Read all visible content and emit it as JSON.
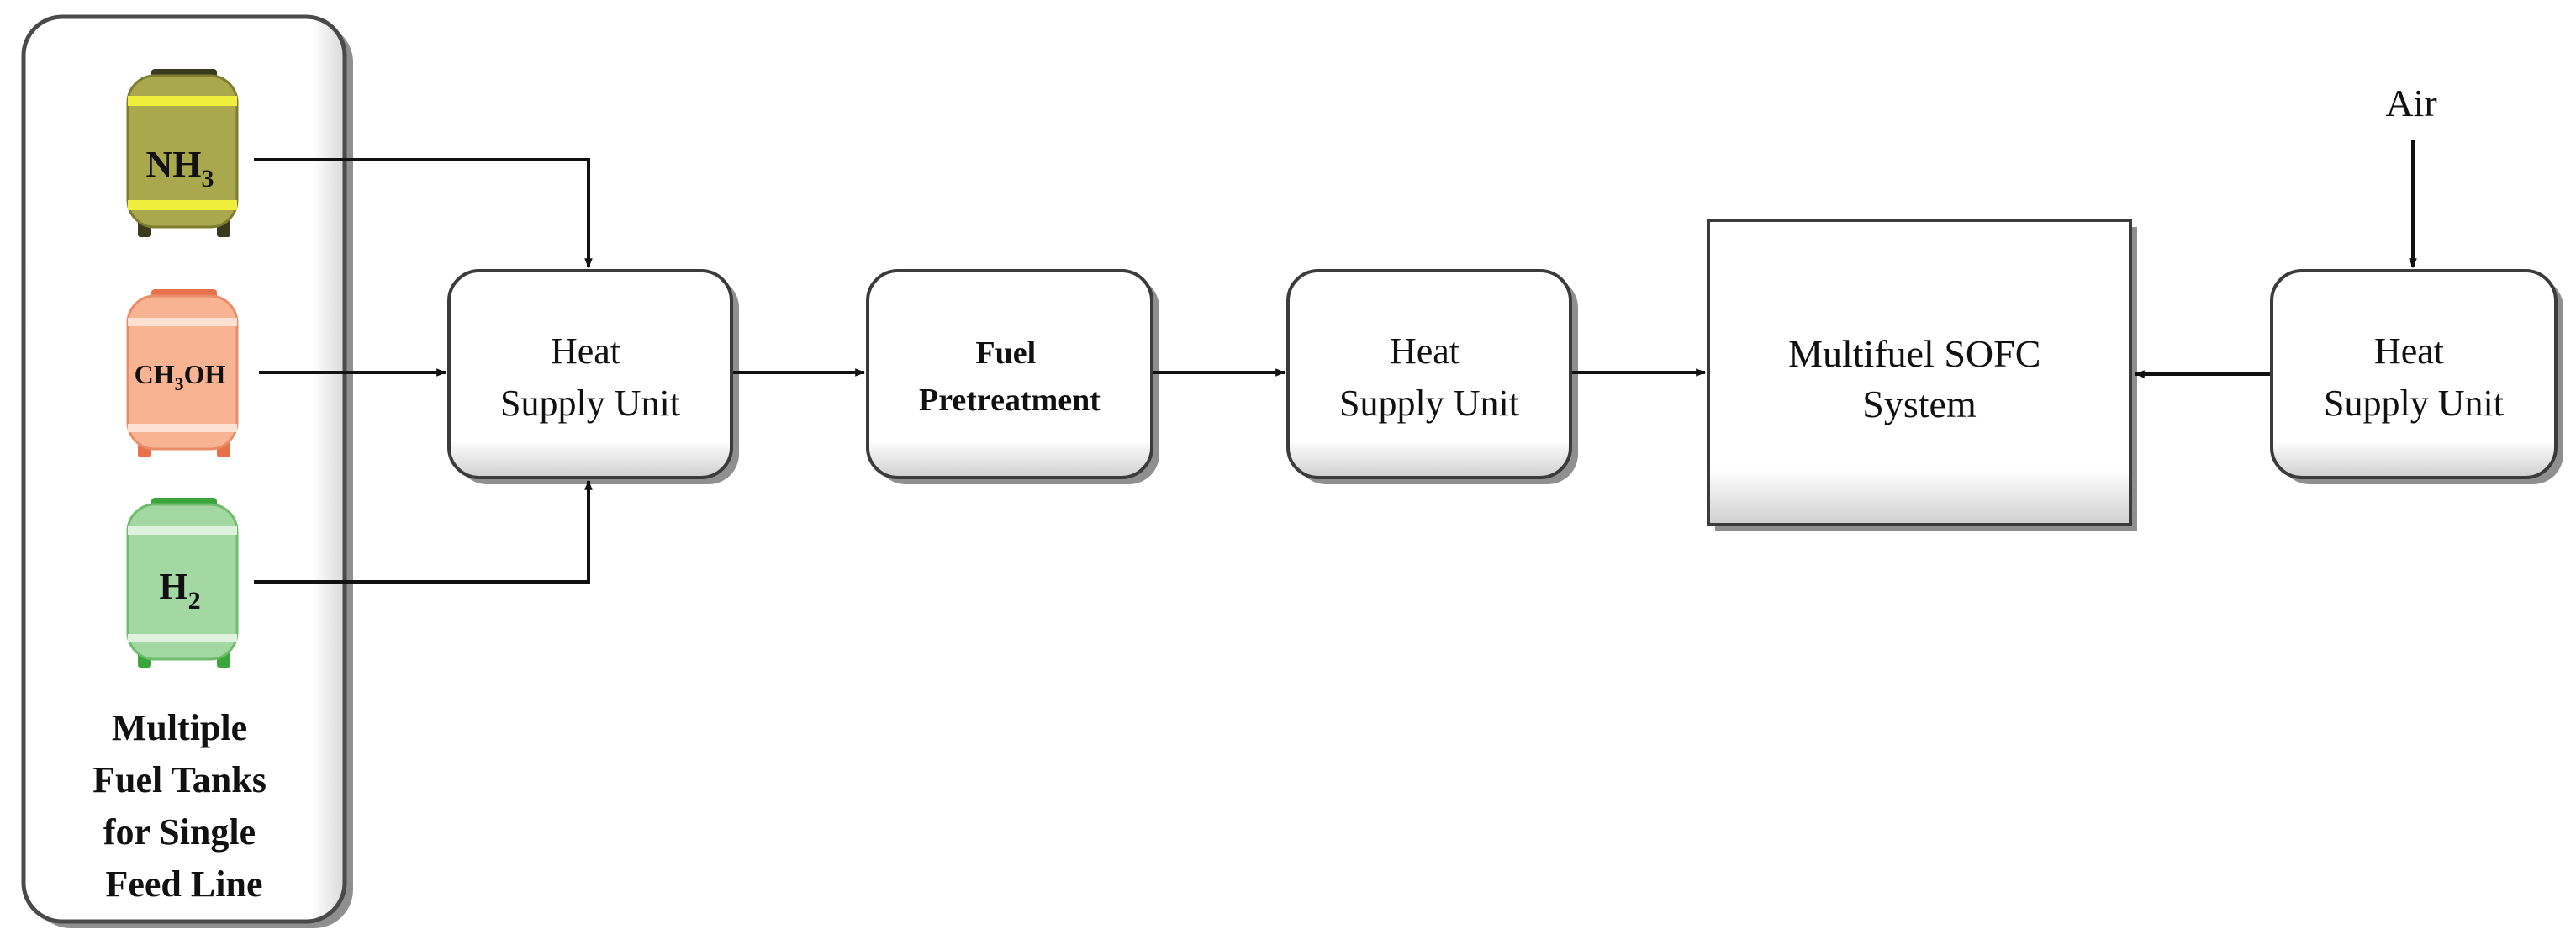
{
  "tanks": [
    {
      "formula": "NH",
      "sub": "3",
      "body": "#aaa84c",
      "body_dark": "#7d7c2f",
      "band": "#f0ee3c"
    },
    {
      "formula": "CH",
      "sub": "3",
      "suffix": "OH",
      "body": "#f8b393",
      "body_dark": "#e98d69",
      "band": "#fde2d4"
    },
    {
      "formula": "H",
      "sub": "2",
      "body": "#a4d8a2",
      "body_dark": "#6fbd6c",
      "band": "#dff2de"
    }
  ],
  "tank_group": {
    "caption_lines": [
      "Multiple",
      "Fuel Tanks",
      "for Single",
      "Feed Line"
    ]
  },
  "boxes": {
    "heat_supply_1": {
      "lines": [
        "Heat",
        "Supply Unit"
      ]
    },
    "fuel_pretreatment": {
      "lines": [
        "Fuel",
        "Pretreatment"
      ]
    },
    "heat_supply_2": {
      "lines": [
        "Heat",
        "Supply Unit"
      ]
    },
    "sofc_system": {
      "lines": [
        "Multifuel SOFC",
        "System"
      ]
    },
    "heat_supply_3": {
      "lines": [
        "Heat",
        "Supply Unit"
      ]
    }
  },
  "inputs": {
    "air_label": "Air"
  },
  "colors": {
    "line": "#111111",
    "box_border": "#3b3b3b",
    "box_shadow": "#8a8a8a"
  }
}
